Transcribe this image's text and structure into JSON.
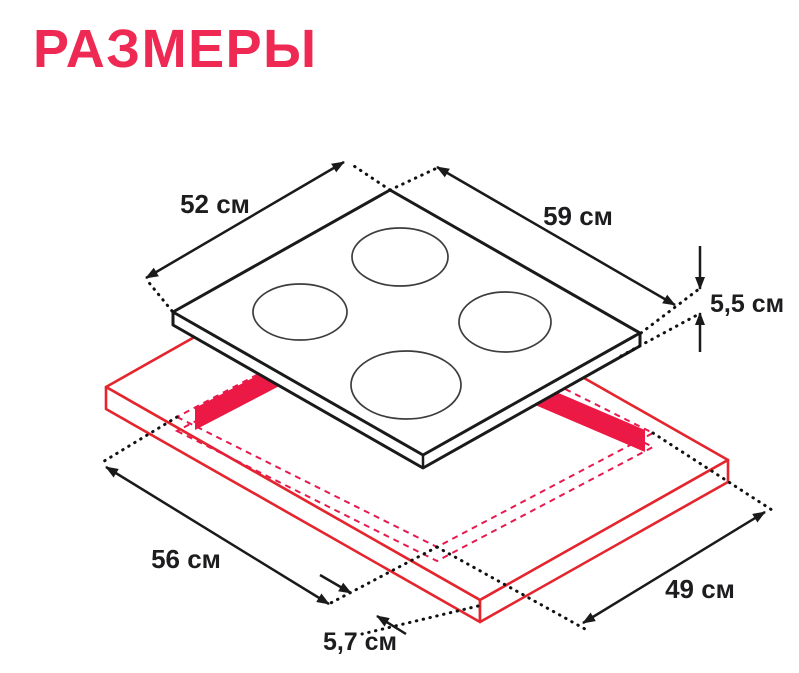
{
  "title": "РАЗМЕРЫ",
  "colors": {
    "accent_title": "#ee2a54",
    "worktop_outline_red": "#e5252e",
    "cutout_opening_red": "#ed1945",
    "cutout_dashed_red": "#e61a4e",
    "drawing_black": "#1a1a1a"
  },
  "dimensions": {
    "hob_top_left": "52 см",
    "hob_top_right": "59 см",
    "hob_height": "5,5 см",
    "cutout_left": "56 см",
    "cutout_right": "49 см",
    "cutout_front_margin": "5,7 см"
  }
}
